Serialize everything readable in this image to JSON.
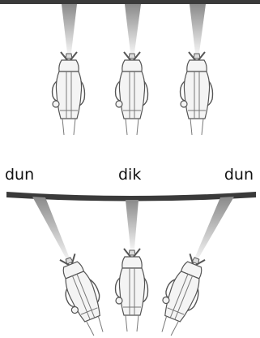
{
  "labels": {
    "left": "dun",
    "middle": "dik",
    "right": "dun"
  },
  "colors": {
    "surface": "#3a3a3a",
    "beam_dark": "#8a8a8a",
    "beam_light": "#f2f2f2",
    "tool_outline": "#555555",
    "tool_fill": "#f4f4f4"
  },
  "panels": [
    {
      "name": "straight",
      "surface": "flat",
      "tool_tilts": [
        "vertical",
        "vertical",
        "vertical"
      ]
    },
    {
      "name": "angled",
      "surface": "curved",
      "tool_tilts": [
        "leaning",
        "vertical",
        "leaning"
      ]
    }
  ]
}
